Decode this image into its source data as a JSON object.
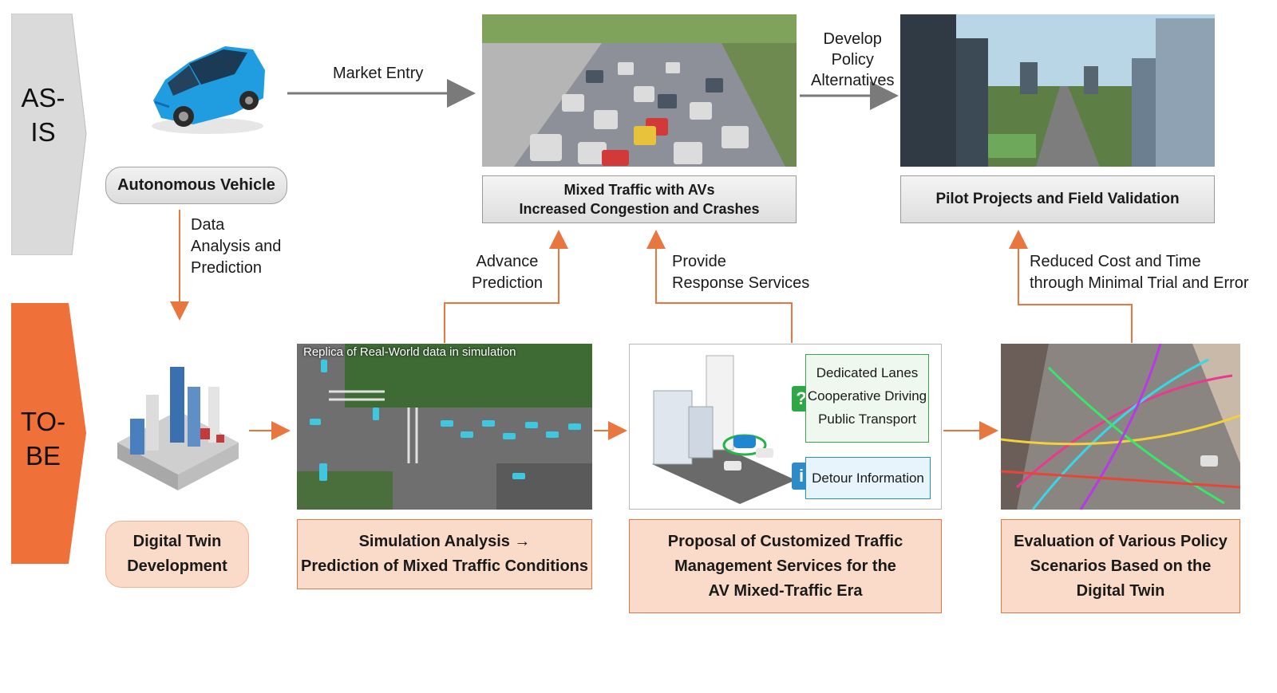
{
  "rows": {
    "as_is_label": "AS-\nIS",
    "to_be_label": "TO-\nBE"
  },
  "as_is": {
    "vehicle_label": "Autonomous Vehicle",
    "market_entry_label": "Market Entry",
    "mixed_traffic_label_line1": "Mixed Traffic with AVs",
    "mixed_traffic_label_line2": "Increased Congestion and Crashes",
    "develop_policy_label": "Develop\nPolicy\nAlternatives",
    "pilot_projects_label": "Pilot Projects and Field Validation"
  },
  "connectors": {
    "data_analysis_label": "Data\nAnalysis and\nPrediction",
    "advance_prediction_label": "Advance\nPrediction",
    "provide_response_label": "Provide\nResponse Services",
    "reduced_cost_label": "Reduced Cost and Time\nthrough Minimal Trial and Error"
  },
  "to_be": {
    "digital_twin_label_line1": "Digital Twin",
    "digital_twin_label_line2": "Development",
    "simulation_caption": "Replica of Real-World data in simulation",
    "simulation_label_line1": "Simulation Analysis →",
    "simulation_label_line2": "Prediction of Mixed Traffic Conditions",
    "services": [
      "Dedicated Lanes",
      "Cooperative Driving",
      "Public Transport"
    ],
    "detour_label": "Detour Information",
    "proposal_label_line1": "Proposal of Customized Traffic",
    "proposal_label_line2": "Management Services for the",
    "proposal_label_line3": "AV Mixed-Traffic Era",
    "evaluation_label_line1": "Evaluation of Various Policy",
    "evaluation_label_line2": "Scenarios Based on the",
    "evaluation_label_line3": "Digital Twin"
  },
  "colors": {
    "accent_orange": "#e8763f",
    "as_is_tag": "#dadada",
    "to_be_tag": "#f0703a",
    "arrow_gray": "#7a7a7a"
  },
  "icons": {
    "question": "?",
    "info": "i"
  }
}
